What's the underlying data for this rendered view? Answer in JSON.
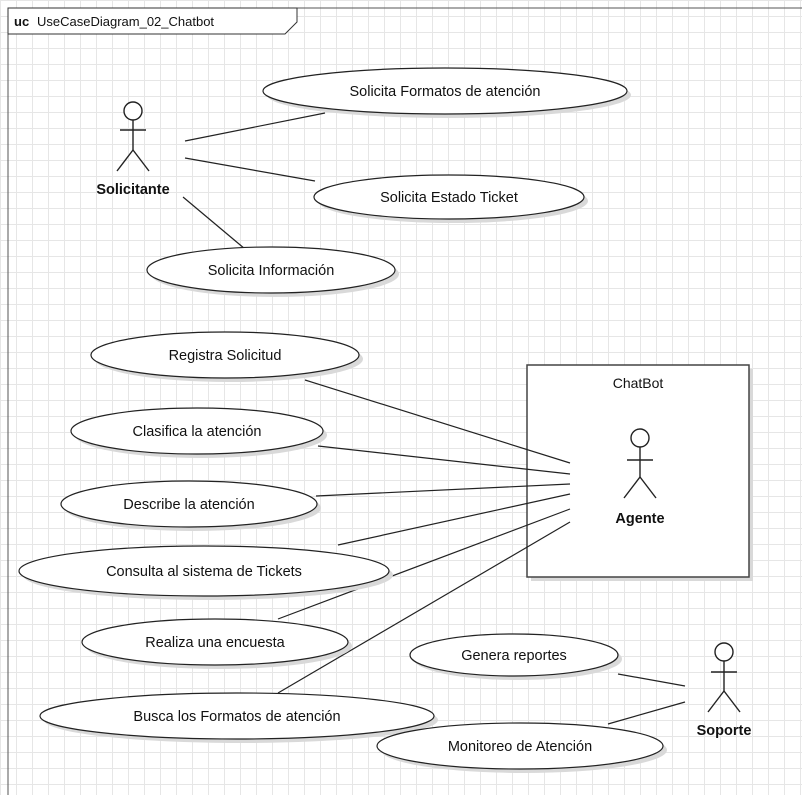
{
  "frame": {
    "keyword": "uc",
    "name": "UseCaseDiagram_02_Chatbot"
  },
  "system_boundary": {
    "title": "ChatBot"
  },
  "actors": {
    "solicitante": "Solicitante",
    "agente": "Agente",
    "soporte": "Soporte"
  },
  "use_cases": {
    "solicita_formatos": "Solicita Formatos de atención",
    "solicita_estado": "Solicita Estado Ticket",
    "solicita_informacion": "Solicita Información",
    "registra_solicitud": "Registra Solicitud",
    "clasifica": "Clasifica la atención",
    "describe": "Describe la atención",
    "consulta": "Consulta al sistema de Tickets",
    "encuesta": "Realiza una encuesta",
    "busca_formatos": "Busca los Formatos de atención",
    "genera_reportes": "Genera reportes",
    "monitoreo": "Monitoreo de Atención"
  },
  "colors": {
    "stroke": "#222222",
    "fill": "#ffffff",
    "shadow": "#d9d9d9",
    "grid": "#e6e6e6"
  }
}
